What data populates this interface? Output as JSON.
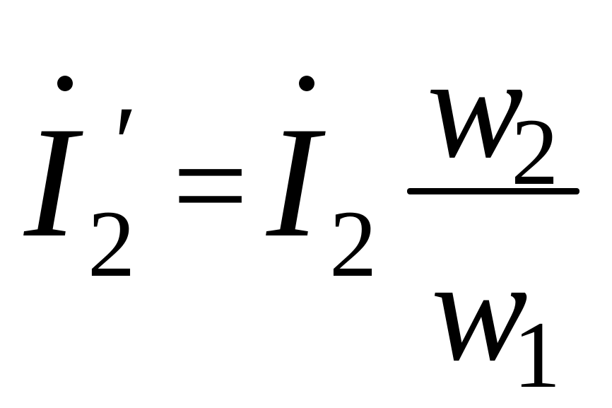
{
  "formula": {
    "lhs": {
      "symbol": "I",
      "subscript": "2",
      "prime": "′"
    },
    "equals": "=",
    "rhs": {
      "symbol": "I",
      "subscript": "2"
    },
    "fraction": {
      "numerator": {
        "symbol": "w",
        "subscript": "2"
      },
      "denominator": {
        "symbol": "w",
        "subscript": "1"
      }
    }
  }
}
